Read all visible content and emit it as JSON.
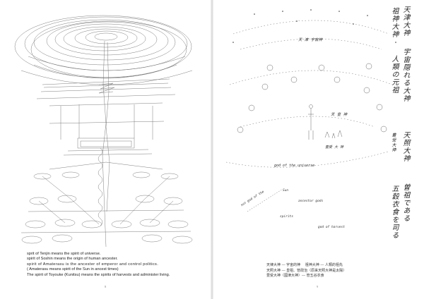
{
  "left_page": {
    "caption_lines": [
      "sprit of Tenjin means the spirit of universe.",
      "spirit of Soshin means the origin of human ancester.",
      "spirit of Amaterasu is the ancester of emperor and control politics.",
      "( Amaterasu means spirit of the Sun in ancest times)",
      "The spirit of Toyouke (Kunitsu) means the spirits of harvests and administer living."
    ],
    "page_number": "8"
  },
  "right_page": {
    "page_number": "9",
    "jp_lines": [
      "天律大神 ― 宇宙的神　 祖神大神 ― 人類的祖先",
      "天照大神 ― 皇祖、管政治（原来天照大神是太陽）",
      "豊受大神（國津大神）― 管五谷衣食"
    ],
    "vertical_cols": [
      "天津大神",
      "祖神大神",
      "宇宙隠れる大神",
      "人類の元祖",
      "天照大神",
      "豊受大神",
      "曽祖である",
      "五穀衣食を司る"
    ],
    "hand_labels": {
      "top_label": "天 津 宇宙神",
      "mid_label": "天 皇 神",
      "low_label": "豊受 大 神",
      "god_universe": "god of the universe",
      "sun": "Sun",
      "ancestor": "ancestor gods",
      "spirits": "spirits",
      "harvest": "god of harvest",
      "diag": "sun god of the"
    }
  }
}
